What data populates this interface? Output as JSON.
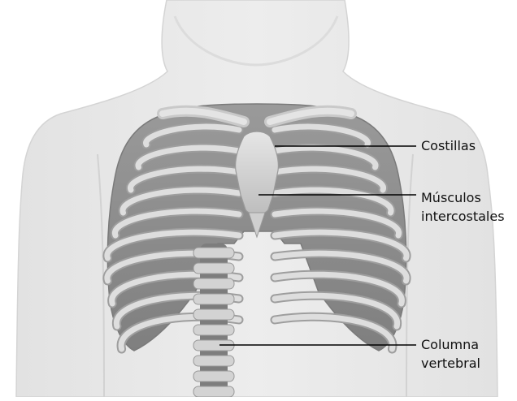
{
  "labels": {
    "ribs": "Costillas",
    "muscles_line1": "Músculos",
    "muscles_line2": "intercostales",
    "spine_line1": "Columna",
    "spine_line2": "vertebral"
  },
  "colors": {
    "background": "#ffffff",
    "body": "#e8e8e8",
    "body_edge": "#d6d6d6",
    "bone": "#d9d9d9",
    "bone_shadow": "#a9a9a9",
    "muscle": "#8f8f8f",
    "leader_line": "#000000",
    "text": "#111111"
  },
  "icons": [
    "human-torso-silhouette",
    "rib-cage-illustration",
    "spine-illustration"
  ]
}
